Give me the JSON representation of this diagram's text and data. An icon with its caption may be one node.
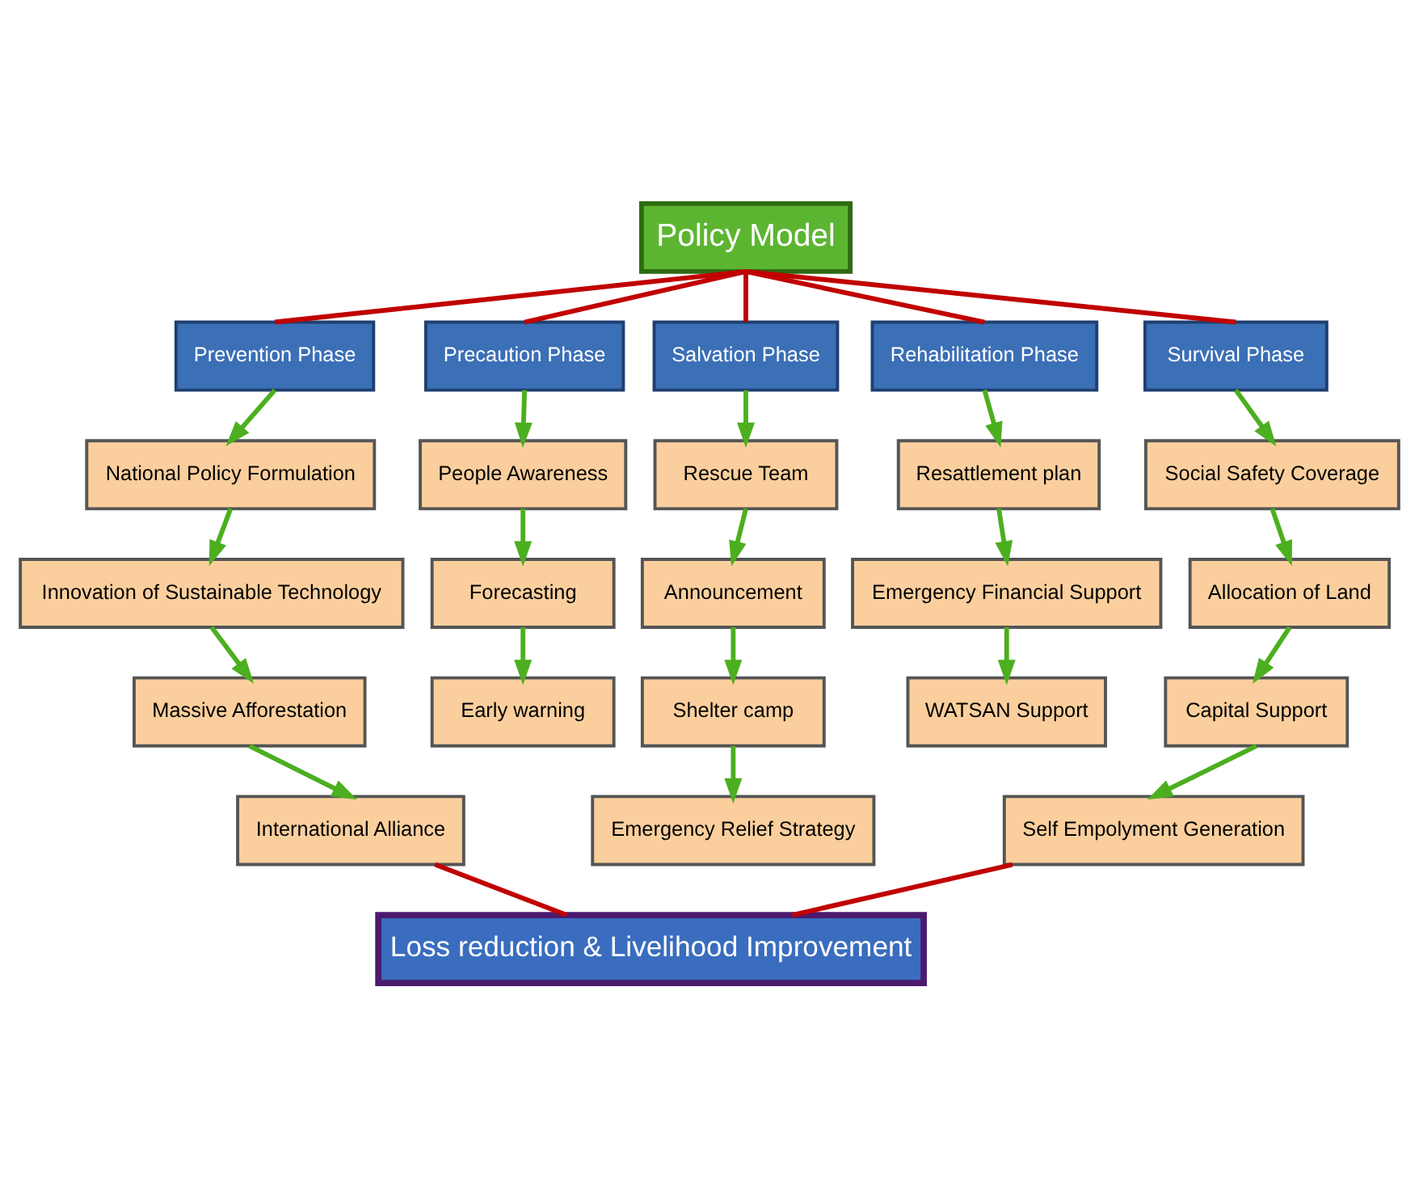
{
  "diagram": {
    "nodes": [
      {
        "text": [
          "Policy Model"
        ]
      },
      {
        "text": [
          "Prevention Phase"
        ]
      },
      {
        "text": [
          "Precaution Phase"
        ]
      },
      {
        "text": [
          "Salvation Phase"
        ]
      },
      {
        "text": [
          "Rehabilitation Phase"
        ]
      },
      {
        "text": [
          "Survival Phase"
        ]
      },
      {
        "text": [
          "National Policy Formulation"
        ]
      },
      {
        "text": [
          "Innovation of Sustainable Technology"
        ]
      },
      {
        "text": [
          "Massive Afforestation"
        ]
      },
      {
        "text": [
          "International Alliance"
        ]
      },
      {
        "text": [
          "People Awareness"
        ]
      },
      {
        "text": [
          "Forecasting"
        ]
      },
      {
        "text": [
          "Early warning"
        ]
      },
      {
        "text": [
          "Rescue Team"
        ]
      },
      {
        "text": [
          "Announcement"
        ]
      },
      {
        "text": [
          "Shelter camp"
        ]
      },
      {
        "text": [
          "Emergency Relief Strategy"
        ]
      },
      {
        "text": [
          "Resattlement plan"
        ]
      },
      {
        "text": [
          "Emergency Financial Support"
        ]
      },
      {
        "text": [
          "WATSAN Support"
        ]
      },
      {
        "text": [
          "Social Safety Coverage"
        ]
      },
      {
        "text": [
          "Allocation of Land"
        ]
      },
      {
        "text": [
          "Capital Support"
        ]
      },
      {
        "text": [
          "Self Empolyment Generation"
        ]
      },
      {
        "text": [
          "Loss reduction & Livelihood Improvement"
        ]
      }
    ],
    "edges": [
      {
        "from": 0,
        "to": 1,
        "arrow": "none",
        "color": "#c00000"
      },
      {
        "from": 0,
        "to": 2,
        "arrow": "none",
        "color": "#c00000"
      },
      {
        "from": 0,
        "to": 3,
        "arrow": "none",
        "color": "#c00000"
      },
      {
        "from": 0,
        "to": 4,
        "arrow": "none",
        "color": "#c00000"
      },
      {
        "from": 0,
        "to": 5,
        "arrow": "none",
        "color": "#c00000"
      },
      {
        "from": 1,
        "to": 6,
        "arrow": "to"
      },
      {
        "from": 6,
        "to": 7,
        "arrow": "to"
      },
      {
        "from": 7,
        "to": 8,
        "arrow": "to"
      },
      {
        "from": 8,
        "to": 9,
        "arrow": "to"
      },
      {
        "from": 2,
        "to": 10,
        "arrow": "to"
      },
      {
        "from": 10,
        "to": 11,
        "arrow": "to"
      },
      {
        "from": 11,
        "to": 12,
        "arrow": "to"
      },
      {
        "from": 3,
        "to": 13,
        "arrow": "to"
      },
      {
        "from": 13,
        "to": 14,
        "arrow": "to"
      },
      {
        "from": 14,
        "to": 15,
        "arrow": "to"
      },
      {
        "from": 15,
        "to": 16,
        "arrow": "to"
      },
      {
        "from": 4,
        "to": 17,
        "arrow": "to"
      },
      {
        "from": 17,
        "to": 18,
        "arrow": "to"
      },
      {
        "from": 18,
        "to": 19,
        "arrow": "to"
      },
      {
        "from": 5,
        "to": 20,
        "arrow": "to"
      },
      {
        "from": 20,
        "to": 21,
        "arrow": "to"
      },
      {
        "from": 21,
        "to": 22,
        "arrow": "to"
      },
      {
        "from": 22,
        "to": 23,
        "arrow": "to"
      },
      {
        "from": 9,
        "to": 24,
        "arrow": "none",
        "color": "#c00000"
      },
      {
        "from": 23,
        "to": 24,
        "arrow": "none",
        "color": "#c00000"
      }
    ]
  }
}
